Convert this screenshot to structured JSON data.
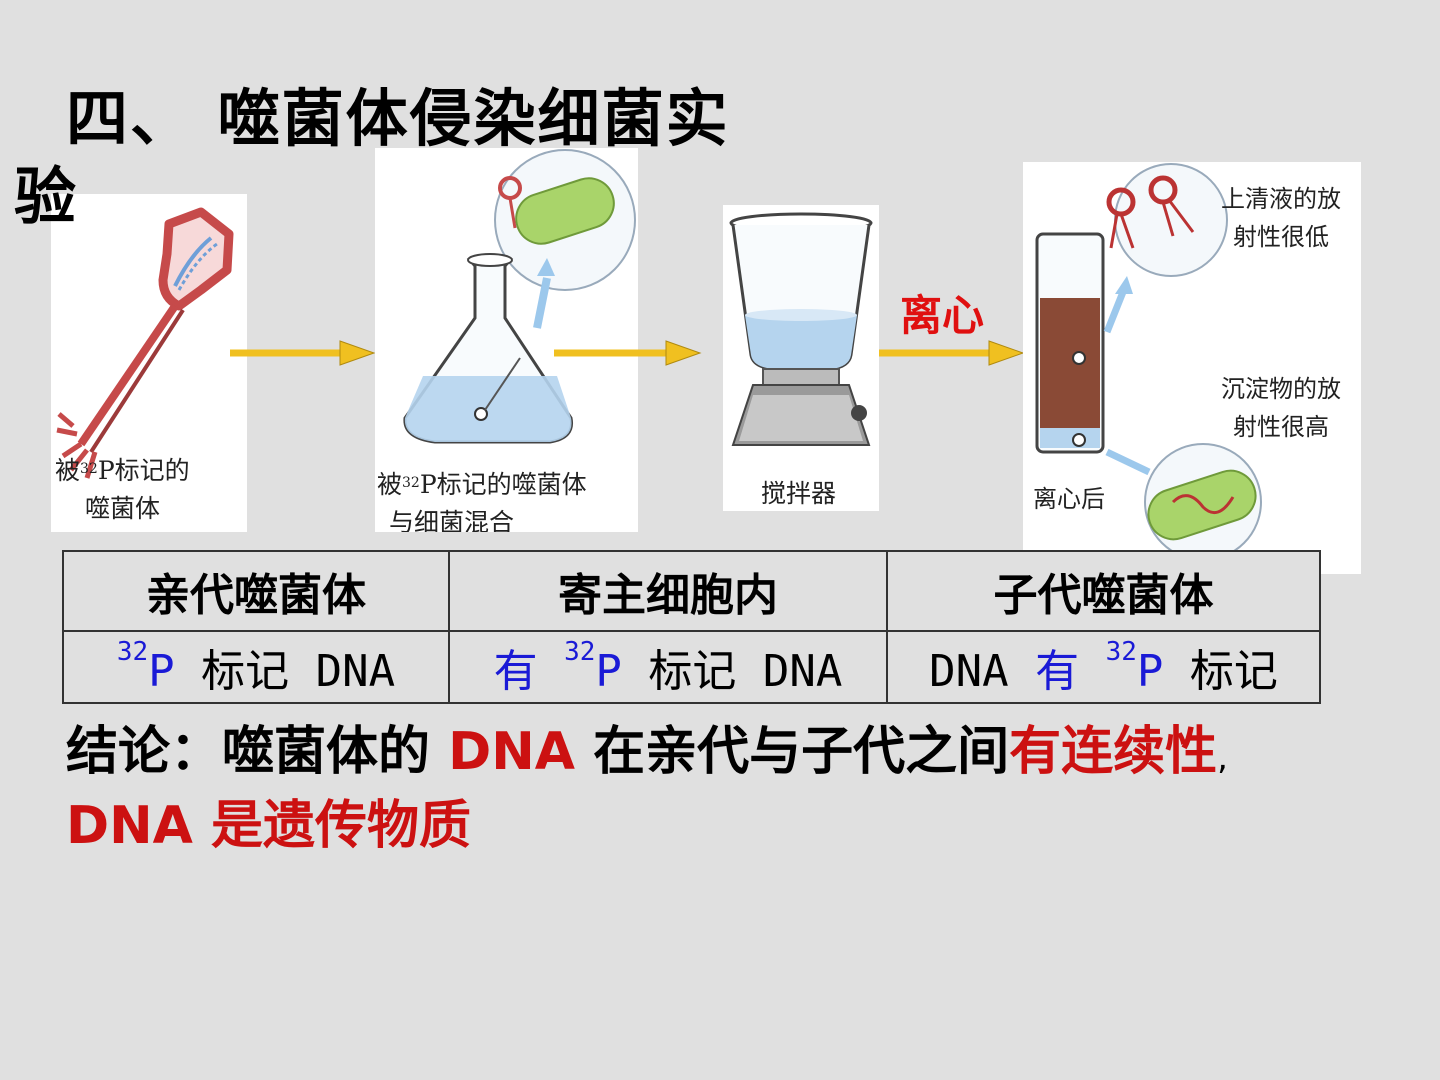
{
  "title": {
    "line1": "四、 噬菌体侵染细菌实",
    "line2": "验"
  },
  "panels": {
    "phage_caption_1": "被",
    "phage_caption_sup": "32",
    "phage_caption_2": "P标记的",
    "phage_caption_3": "噬菌体",
    "flask_caption_1": "被",
    "flask_caption_sup": "32",
    "flask_caption_2": "P标记的噬菌体",
    "flask_caption_3": "与细菌混合",
    "blender_caption": "搅拌器",
    "tube_caption": "离心后",
    "supernatant_1": "上清液的放",
    "supernatant_2": "射性很低",
    "sediment_1": "沉淀物的放",
    "sediment_2": "射性很高"
  },
  "arrow_label": "离心",
  "table": {
    "headers": [
      "亲代噬菌体",
      "寄主细胞内",
      "子代噬菌体"
    ],
    "sup": "32",
    "c1_p": "P",
    "c1_rest": " 标记 DNA",
    "c2_you": "有 ",
    "c2_p": "P",
    "c2_rest": " 标记 DNA",
    "c3_dna": "DNA ",
    "c3_you": "有 ",
    "c3_p": "P",
    "c3_rest": " 标记"
  },
  "conclusion": {
    "part1": "结论：噬菌体的 ",
    "dna1": "DNA",
    "part2": " 在亲代与子代之间",
    "continuity": "有连续性",
    "comma": ",",
    "dna2": "DNA ",
    "material": "是遗传物质"
  },
  "colors": {
    "background": "#e0e0e0",
    "accent_red": "#cc1111",
    "label_red": "#e01010",
    "blue": "#1a1ad6",
    "arrow": "#f0c020"
  }
}
